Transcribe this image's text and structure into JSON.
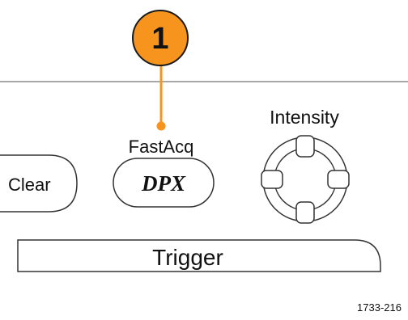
{
  "callout": {
    "number": "1",
    "color": "#F7941D"
  },
  "front_panel": {
    "clear_button": {
      "label": "Clear"
    },
    "fastacq": {
      "label": "FastAcq",
      "button_label": "DPX"
    },
    "intensity_knob": {
      "label": "Intensity",
      "icon": "multipurpose-knob"
    },
    "trigger_section": {
      "label": "Trigger"
    }
  },
  "figure_id": "1733-216"
}
